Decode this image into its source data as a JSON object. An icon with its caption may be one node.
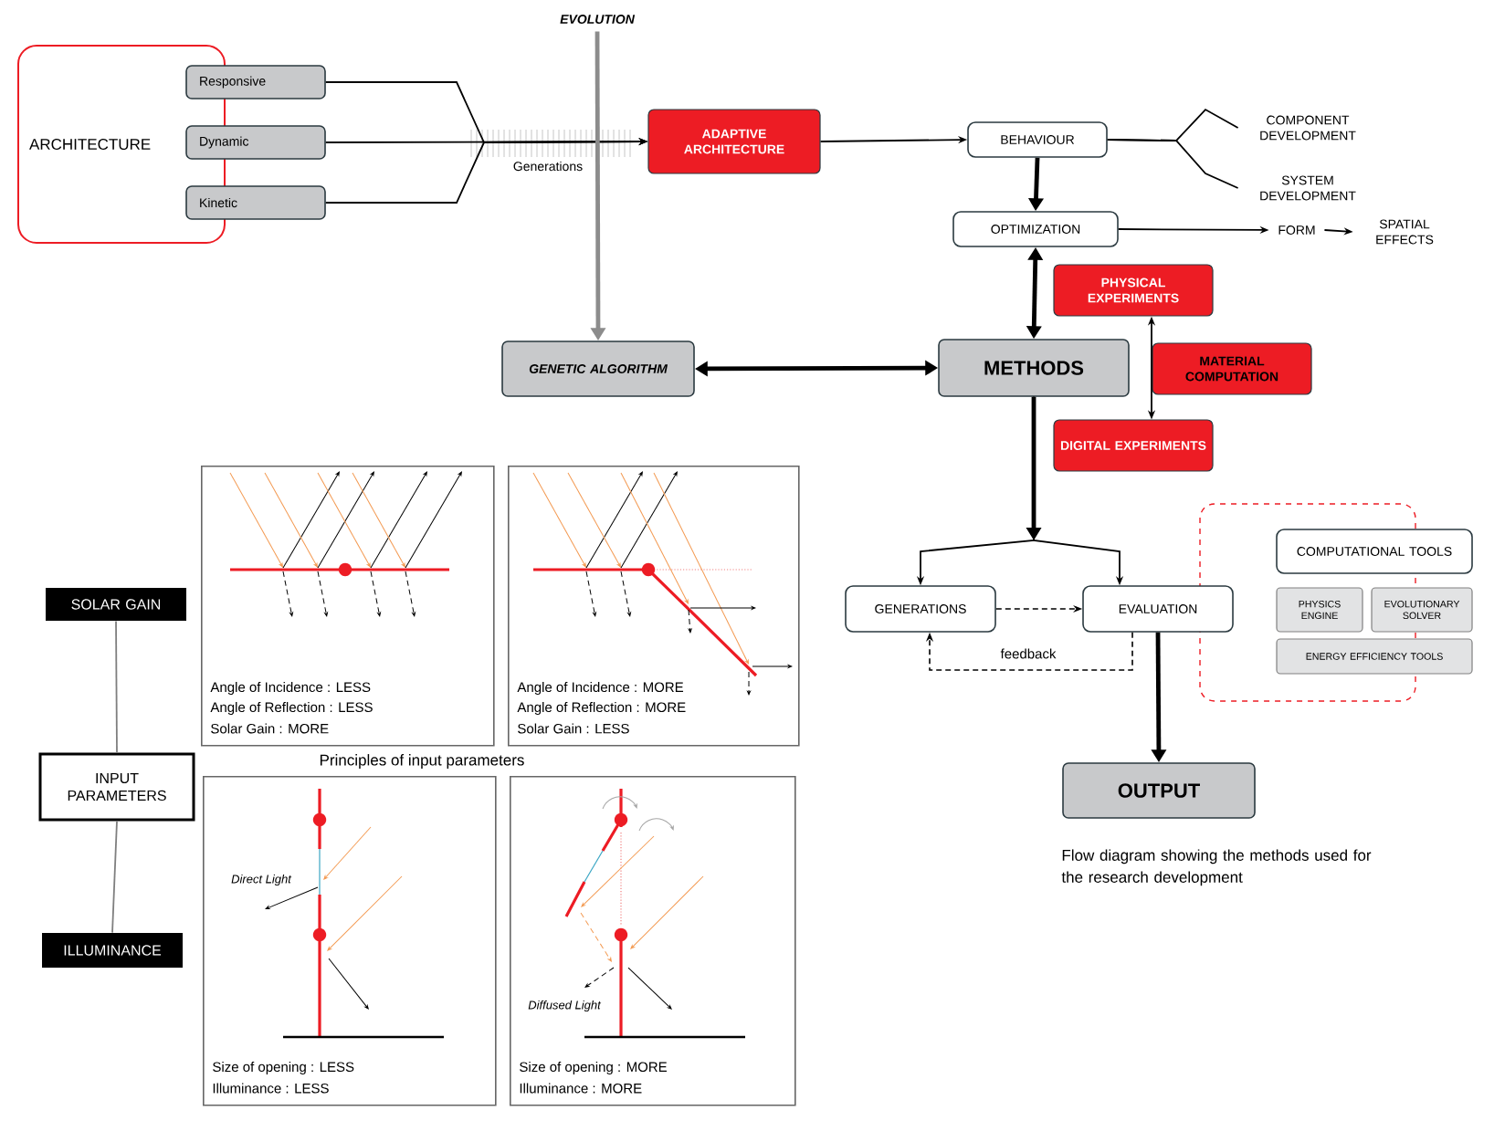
{
  "diagram": {
    "caption": "Flow diagram showing the methods used for the research development",
    "nodes": [
      {
        "text": [
          "ARCHITECTURE"
        ]
      },
      {
        "text": [
          "Responsive"
        ]
      },
      {
        "text": [
          "Dynamic"
        ]
      },
      {
        "text": [
          "Kinetic"
        ]
      },
      {
        "text": [
          "EVOLUTION"
        ]
      },
      {
        "text": [
          "ADAPTIVE ARCHITECTURE"
        ]
      },
      {
        "text": [
          "BEHAVIOUR"
        ]
      },
      {
        "text": [
          "COMPONENT DEVELOPMENT"
        ]
      },
      {
        "text": [
          "SYSTEM DEVELOPMENT"
        ]
      },
      {
        "text": [
          "OPTIMIZATION"
        ]
      },
      {
        "text": [
          "FORM"
        ]
      },
      {
        "text": [
          "SPATIAL EFFECTS"
        ]
      },
      {
        "text": [
          "PHYSICAL EXPERIMENTS"
        ]
      },
      {
        "text": [
          "GENETIC ALGORITHM"
        ]
      },
      {
        "text": [
          "METHODS"
        ]
      },
      {
        "text": [
          "MATERIAL COMPUTATION"
        ]
      },
      {
        "text": [
          "DIGITAL EXPERIMENTS"
        ]
      },
      {
        "text": [
          "GENERATIONS"
        ]
      },
      {
        "text": [
          "EVALUATION"
        ]
      },
      {
        "text": [
          "COMPUTATIONAL TOOLS"
        ]
      },
      {
        "text": [
          "PHYSICS ENGINE"
        ],
        "in": 31
      },
      {
        "text": [
          "EVOLUTIONARY SOLVER"
        ]
      },
      {
        "text": [
          "ENERGY EFFICIENCY TOOLS"
        ]
      },
      {
        "text": [
          "OUTPUT"
        ]
      },
      {
        "text": [
          "SOLAR GAIN"
        ]
      },
      {
        "text": [
          "INPUT PARAMETERS"
        ]
      },
      {
        "text": [
          "ILLUMINANCE"
        ]
      },
      {
        "text": [
          "Angle of Incidence : LESS",
          "Angle of Reflection : LESS",
          "Solar Gain : MORE"
        ]
      },
      {
        "text": [
          "Angle of Incidence : MORE",
          "Angle of Reflection : MORE",
          "Solar Gain : LESS"
        ]
      },
      {
        "text": [
          "Direct Light",
          "Size of opening : LESS",
          "Illuminance : LESS"
        ]
      },
      {
        "text": [
          "Diffused Light",
          "Size of opening : MORE",
          "Illuminance : MORE"
        ]
      },
      {
        "text": [],
        "shape": "box"
      }
    ],
    "edges": [
      {
        "from": 1,
        "to": 5,
        "arrow": "to"
      },
      {
        "from": 2,
        "to": 5,
        "arrow": "to"
      },
      {
        "from": 3,
        "to": 5,
        "arrow": "to"
      },
      {
        "from": 4,
        "to": 13,
        "arrow": "to",
        "style": "thick",
        "color": "#8c8c8c"
      },
      {
        "from": 5,
        "to": 6,
        "arrow": "to"
      },
      {
        "from": 6,
        "to": 7,
        "arrow": "none"
      },
      {
        "from": 6,
        "to": 8,
        "arrow": "none"
      },
      {
        "from": 6,
        "to": 9,
        "arrow": "to",
        "style": "thick"
      },
      {
        "from": 9,
        "to": 10,
        "arrow": "to"
      },
      {
        "from": 10,
        "to": 11,
        "arrow": "to"
      },
      {
        "from": 9,
        "to": 14,
        "arrow": "both",
        "style": "thick"
      },
      {
        "from": 13,
        "to": 14,
        "arrow": "both",
        "style": "thick"
      },
      {
        "from": 12,
        "to": 16,
        "arrow": "both"
      },
      {
        "from": 14,
        "to": 17,
        "arrow": "to"
      },
      {
        "from": 14,
        "to": 18,
        "arrow": "to"
      },
      {
        "from": 17,
        "to": 18,
        "arrow": "to",
        "style": "dashed"
      },
      {
        "from": 18,
        "to": 17,
        "arrow": "to",
        "style": "dashed",
        "label": "feedback"
      },
      {
        "from": 18,
        "to": 23,
        "arrow": "to",
        "style": "thick"
      },
      {
        "from": 24,
        "to": 25,
        "arrow": "none",
        "color": "#7f7f7f"
      },
      {
        "from": 25,
        "to": 26,
        "arrow": "none",
        "color": "#7f7f7f"
      }
    ],
    "labels": [
      "Generations",
      "Principles of input parameters"
    ]
  }
}
